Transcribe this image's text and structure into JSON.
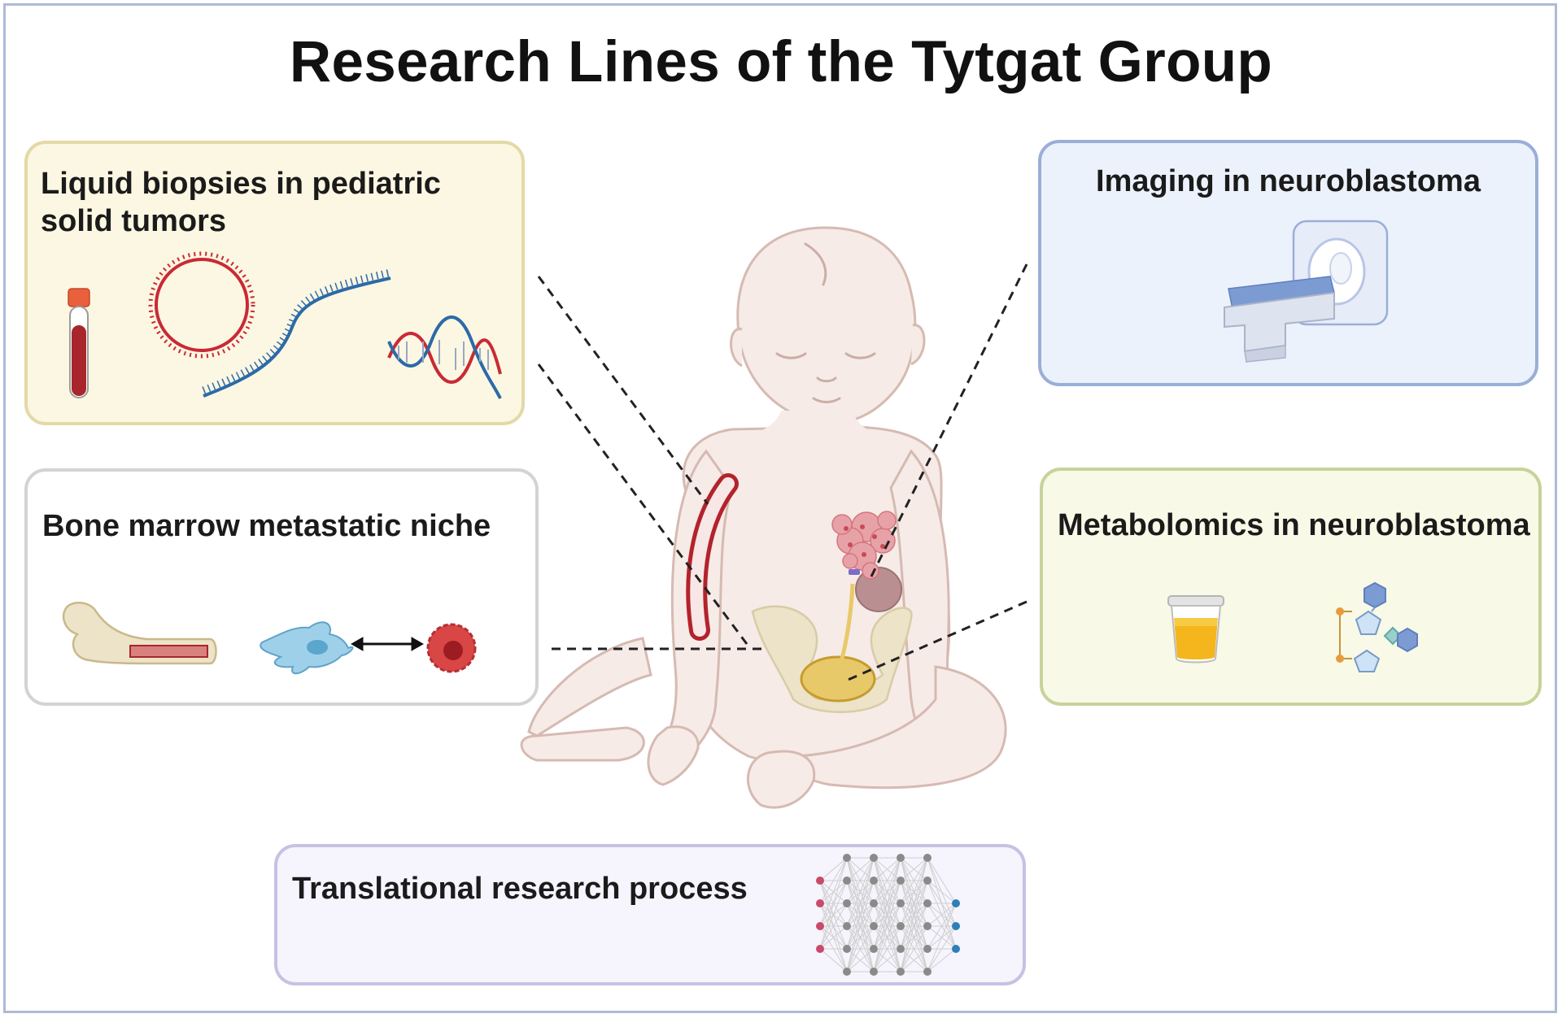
{
  "title": "Research Lines of the Tytgat Group",
  "panels": {
    "liquid": {
      "label_line1": "Liquid biopsies in pediatric",
      "label_line2": "solid tumors"
    },
    "bone": {
      "label": "Bone marrow metastatic niche"
    },
    "imaging": {
      "label": "Imaging in neuroblastoma"
    },
    "metabolomics": {
      "label": "Metabolomics in neuroblastoma"
    },
    "translational": {
      "label": "Translational research process"
    }
  },
  "colors": {
    "frame": "#aebad8",
    "liquid_bg": "#fbf7e2",
    "imaging_bg": "#ecf2fb",
    "metabolomics_bg": "#f8f9e6",
    "translational_bg": "#f6f4fc",
    "blood_red": "#b3232b",
    "dna_blue": "#2c6aa8",
    "skin": "#f6ebe7"
  }
}
